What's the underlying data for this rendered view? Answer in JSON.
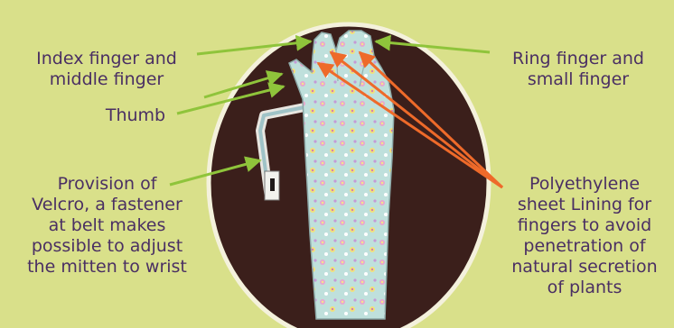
{
  "labels": {
    "index_middle": [
      "Index finger and",
      "middle finger"
    ],
    "thumb": "Thumb",
    "velcro": [
      "Provision of",
      "Velcro, a fastener",
      "at belt makes",
      "possible to adjust",
      "the mitten to wrist"
    ],
    "ring_small": [
      "Ring finger and",
      "small finger"
    ],
    "polyethylene": [
      "Polyethylene",
      "sheet  Lining for",
      "fingers to  avoid",
      "penetration of",
      "natural secretion",
      "of plants"
    ]
  },
  "colors": {
    "background": "#d9e08a",
    "text": "#4a2f63",
    "oval": "#3b1f1b",
    "oval_border": "#f4f1dc",
    "glove": "#bfe0dc",
    "green_arrow": "#8fc43b",
    "orange_arrow": "#ee6a2a"
  }
}
